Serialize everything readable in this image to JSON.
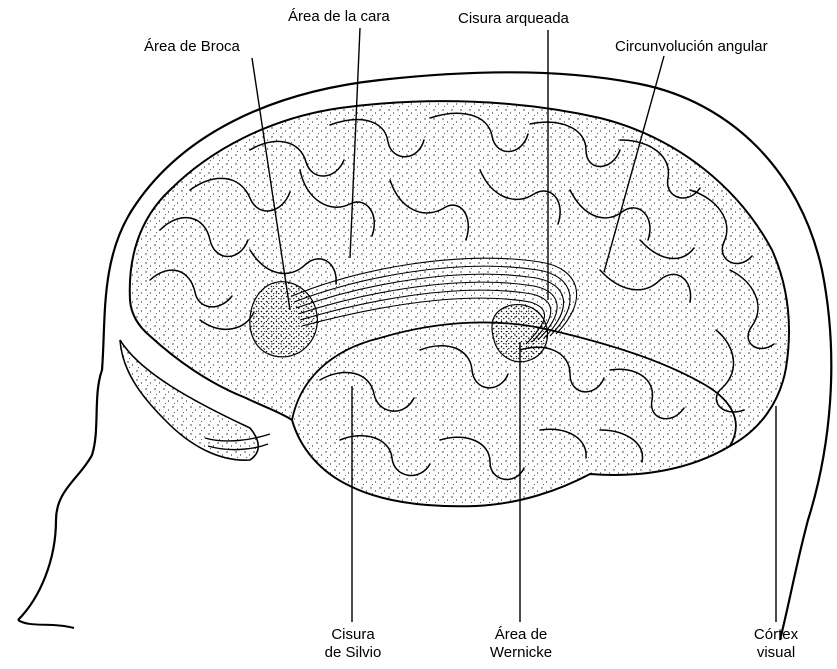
{
  "labels": {
    "broca": "Área de Broca",
    "face": "Área de la cara",
    "arcuate": "Cisura arqueada",
    "angular": "Circunvolución angular",
    "sylvian_line1": "Cisura",
    "sylvian_line2": "de Silvio",
    "wernicke_line1": "Área de",
    "wernicke_line2": "Wernicke",
    "visual_line1": "Córtex",
    "visual_line2": "visual"
  },
  "colors": {
    "ink": "#000000",
    "paper": "#ffffff",
    "brain_fill": "#f4f4f4",
    "shading": "#1a1a1a"
  }
}
